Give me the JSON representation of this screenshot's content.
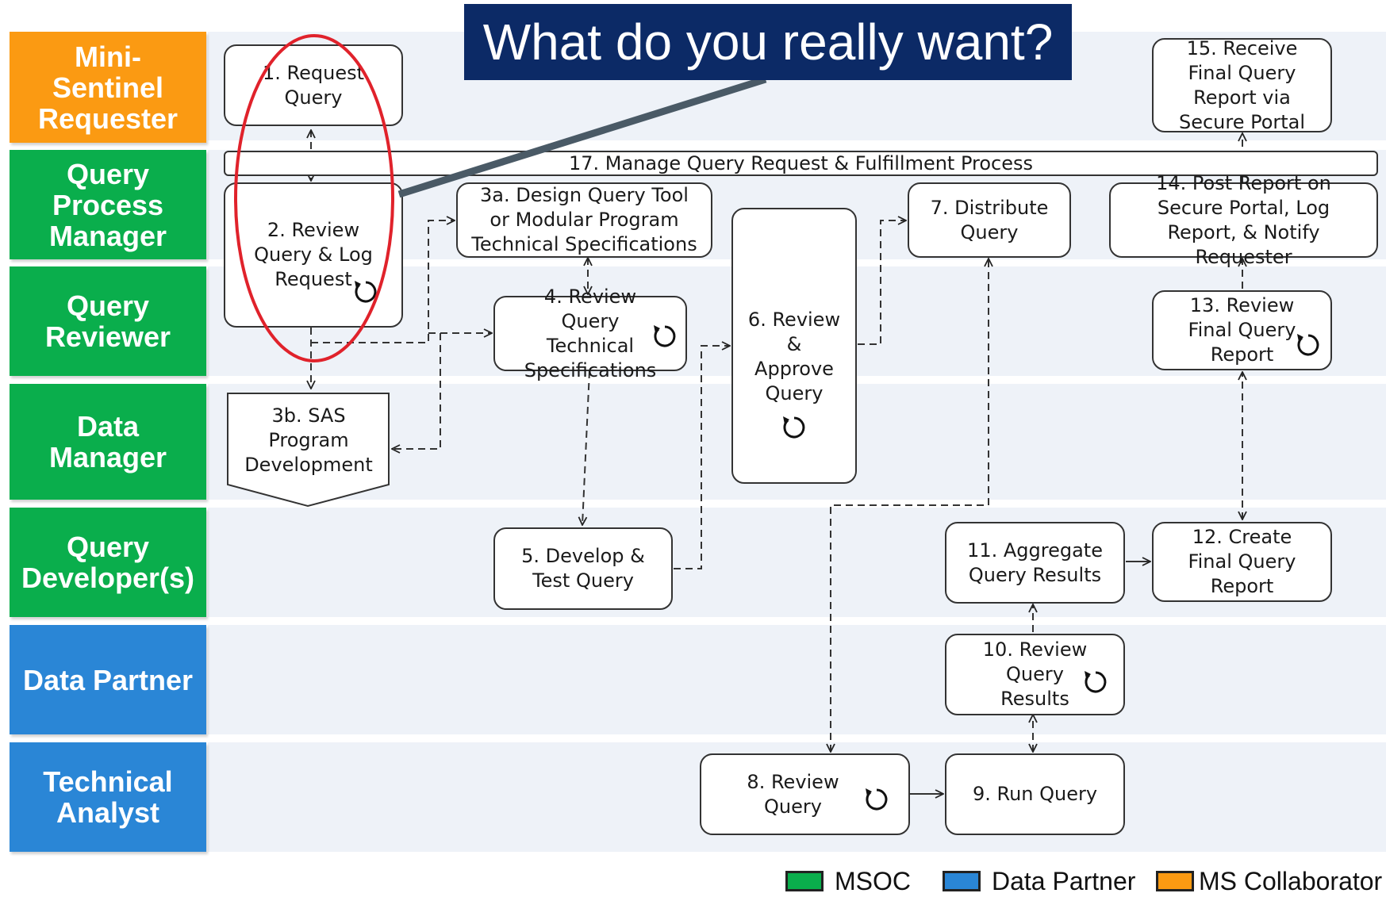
{
  "callout": {
    "text": "What do you really want?"
  },
  "colors": {
    "msoc": "#0aae4c",
    "data_partner": "#2a86d6",
    "ms_collaborator": "#fb9a12",
    "callout": "#0c2a66",
    "highlight": "#e0222b"
  },
  "lanes": [
    {
      "label": "Mini-\nSentinel\nRequester",
      "group": "ms_collaborator"
    },
    {
      "label": "Query\nProcess\nManager",
      "group": "msoc"
    },
    {
      "label": "Query\nReviewer",
      "group": "msoc"
    },
    {
      "label": "Data\nManager",
      "group": "msoc"
    },
    {
      "label": "Query\nDeveloper(s)",
      "group": "msoc"
    },
    {
      "label": "Data Partner",
      "group": "data_partner"
    },
    {
      "label": "Technical\nAnalyst",
      "group": "data_partner"
    }
  ],
  "steps": {
    "s1": "1. Request Query",
    "s2": "2. Review Query & Log Request",
    "s3a": "3a. Design Query Tool or Modular Program Technical Specifications",
    "s3b": "3b. SAS Program Development",
    "s4": "4. Review Query Technical Specifications",
    "s5": "5. Develop & Test Query",
    "s6": "6. Review & Approve Query",
    "s7": "7.  Distribute Query",
    "s8": "8. Review Query",
    "s9": "9. Run Query",
    "s10": "10. Review Query Results",
    "s11": "11. Aggregate Query Results",
    "s12": "12. Create Final Query Report",
    "s13": "13. Review Final Query Report",
    "s14": "14. Post Report on Secure Portal, Log Report, & Notify Requester",
    "s15": "15. Receive Final Query Report via Secure Portal",
    "s17": "17. Manage Query Request & Fulfillment Process"
  },
  "legend": [
    {
      "label": "MSOC",
      "color": "#0aae4c"
    },
    {
      "label": "Data Partner",
      "color": "#2a86d6"
    },
    {
      "label": "MS Collaborator",
      "color": "#fb9a12"
    }
  ]
}
